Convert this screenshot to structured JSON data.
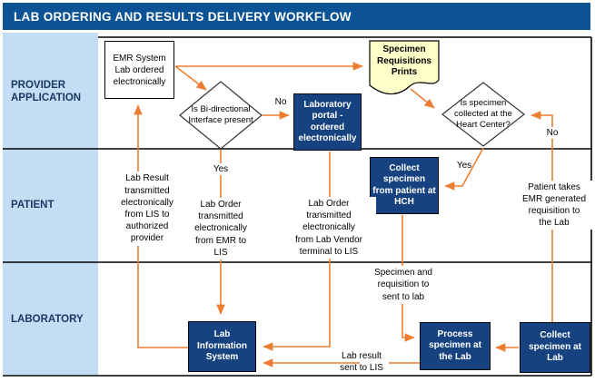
{
  "header": {
    "title": "LAB ORDERING AND RESULTS DELIVERY WORKFLOW"
  },
  "lanes": [
    {
      "label": "PROVIDER\nAPPLICATION"
    },
    {
      "label": "PATIENT"
    },
    {
      "label": "LABORATORY"
    }
  ],
  "nodes": {
    "emr": "EMR System\nLab ordered\nelectronically",
    "doc": "Specimen\nRequisitions\nPrints",
    "diamond_bidirectional": "Is Bi-directional\nInterface present",
    "portal": "Laboratory\nportal -\nordered\nelectronically",
    "diamond_heart_center": "Is specimen\ncollected at the\nHeart Center?",
    "collect_hch": "Collect\nspecimen\nfrom patient at\nHCH",
    "lis": "Lab\nInformation\nSystem",
    "process_lab": "Process\nspecimen at\nthe Lab",
    "collect_lab": "Collect\nspecimen at\nLab"
  },
  "labels": {
    "no1": "No",
    "yes1": "Yes",
    "no2": "No",
    "yes2": "Yes",
    "lab_result_lis": "Lab Result\ntransmitted\nelectronically\nfrom LIS to\nauthorized\nprovider",
    "lab_order_emr": "Lab Order\ntransmitted\nelectronically\nfrom EMR to\nLIS",
    "lab_order_vendor": "Lab Order\ntransmitted\nelectronically\nfrom Lab Vendor\nterminal to LIS",
    "patient_takes": "Patient takes\nEMR generated\nrequisition to\nthe Lab",
    "specimen_req": "Specimen and\nrequisition to\nsent to lab",
    "lab_result_sent": "Lab result\nsent to LIS"
  },
  "colors": {
    "header_bg": "#0B5394",
    "node_bg": "#16427F",
    "lane_bg": "#C4DDF5",
    "arrow": "#ED7D31",
    "doc_bg": "#FFFFC9",
    "lane_label": "#1A3A63"
  }
}
